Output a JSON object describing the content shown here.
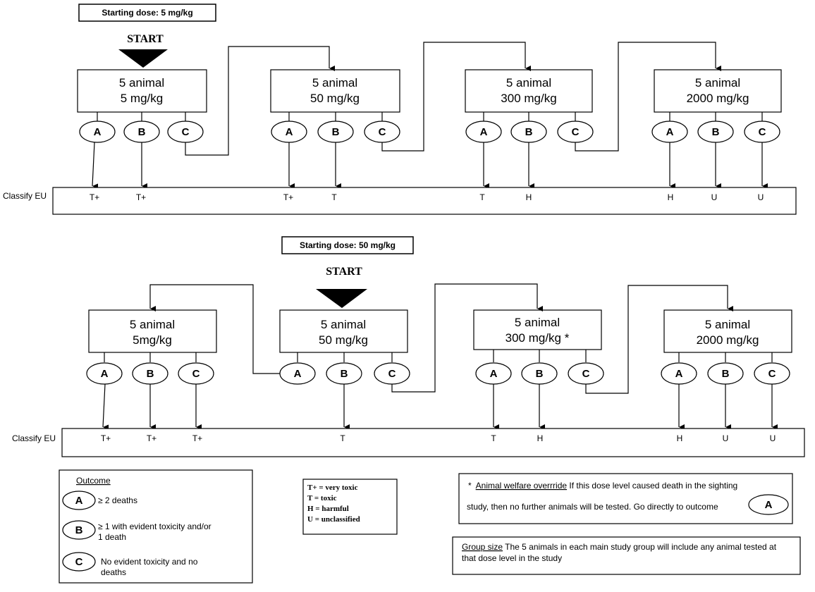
{
  "panel1": {
    "starting_dose": "Starting dose: 5 mg/kg",
    "start_label": "START",
    "boxes": [
      {
        "line1": "5 animal",
        "line2": "5 mg/kg"
      },
      {
        "line1": "5 animal",
        "line2": "50 mg/kg"
      },
      {
        "line1": "5 animal",
        "line2": "300 mg/kg"
      },
      {
        "line1": "5 animal",
        "line2": "2000 mg/kg"
      }
    ],
    "classify_label": "Classify EU",
    "classifications": [
      "T+",
      "T+",
      "T+",
      "T",
      "T",
      "H",
      "H",
      "U",
      "U"
    ]
  },
  "panel2": {
    "starting_dose": "Starting dose: 50 mg/kg",
    "start_label": "START",
    "boxes": [
      {
        "line1": "5 animal",
        "line2": "5mg/kg"
      },
      {
        "line1": "5 animal",
        "line2": "50 mg/kg"
      },
      {
        "line1": "5 animal",
        "line2": "300 mg/kg *"
      },
      {
        "line1": "5 animal",
        "line2": "2000 mg/kg"
      }
    ],
    "classify_label": "Classify EU",
    "classifications": [
      "T+",
      "T+",
      "T+",
      "T",
      "T",
      "H",
      "H",
      "U",
      "U"
    ]
  },
  "outcome_letters": [
    "A",
    "B",
    "C"
  ],
  "legend": {
    "title": "Outcome",
    "items": [
      {
        "letter": "A",
        "line1": "≥ 2 deaths",
        "line2": ""
      },
      {
        "letter": "B",
        "line1": "≥ 1 with evident toxicity and/or",
        "line2": "1 death"
      },
      {
        "letter": "C",
        "line1": "No evident toxicity and no",
        "line2": "deaths"
      }
    ]
  },
  "key": {
    "lines": [
      "T+ = very toxic",
      "T = toxic",
      "H = harmful",
      "U = unclassified"
    ]
  },
  "welfare_note": {
    "star": "*",
    "title": "Animal  welfare overrride",
    "line1": " If this dose level caused death in the sighting",
    "line2": "study, then no further animals will be tested. Go directly to  outcome",
    "outcome_letter": "A"
  },
  "group_size_note": {
    "title": "Group size",
    "line1": " The 5 animals in each main study group will include any animal tested at",
    "line2": "that dose level in the study"
  }
}
